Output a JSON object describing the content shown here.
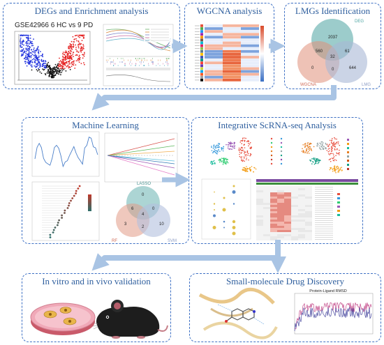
{
  "panels": {
    "degs": {
      "title": "DEGs and Enrichment analysis",
      "subtitle": "GSE42966  6 HC vs 9 PD"
    },
    "wgcna": {
      "title": "WGCNA analysis"
    },
    "lmgs": {
      "title": "LMGs Identification"
    },
    "ml": {
      "title": "Machine Learning"
    },
    "scrna": {
      "title": "Integrative ScRNA-seq Analysis"
    },
    "validation": {
      "title": "In vitro and in vivo validation"
    },
    "drug": {
      "title": "Small-molecule Drug Discovery",
      "plot_title": "Protein-Ligand RMSD"
    }
  },
  "venn_lmgs": {
    "sets": [
      "DEG",
      "WGCNA",
      "LMG"
    ],
    "colors": [
      "#4aa3a0",
      "#e0907a",
      "#a9b8d6"
    ],
    "regions": {
      "deg_only": "2037",
      "deg_wgcna": "560",
      "deg_lmg": "61",
      "center": "32",
      "wgcna_only": "0",
      "wgcna_lmg": "0",
      "lmg_only": "644"
    }
  },
  "venn_ml": {
    "sets": [
      "LASSO",
      "RF",
      "SVM"
    ],
    "colors": [
      "#68b3b0",
      "#e29b86",
      "#b3c0dd"
    ],
    "regions": {
      "top_only": "0",
      "top_left": "6",
      "top_right": "0",
      "center": "4",
      "left_only": "3",
      "bottom": "2",
      "right_only": "10"
    }
  },
  "arrow_color": "#a9c4e4"
}
